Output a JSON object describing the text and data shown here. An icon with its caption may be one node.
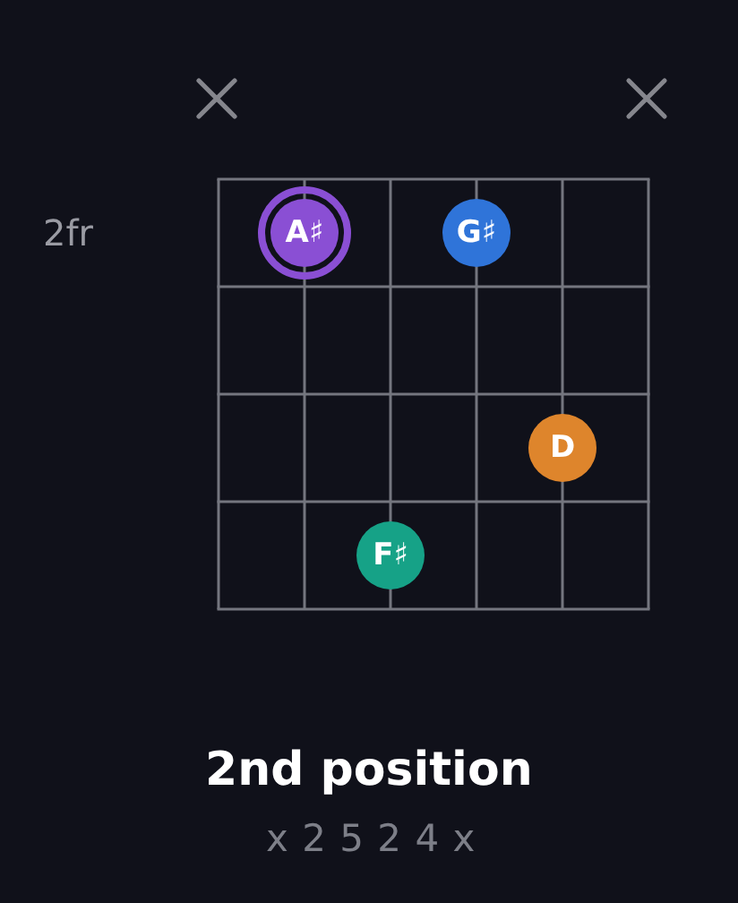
{
  "diagram": {
    "title": "2nd position",
    "nodes": [
      {
        "text": [
          "A♯"
        ]
      },
      {
        "text": [
          "G♯"
        ]
      },
      {
        "text": [
          "D"
        ]
      },
      {
        "text": [
          "F♯"
        ]
      }
    ],
    "labels": [
      "2fr",
      "x 2 5 2 4 x"
    ]
  }
}
